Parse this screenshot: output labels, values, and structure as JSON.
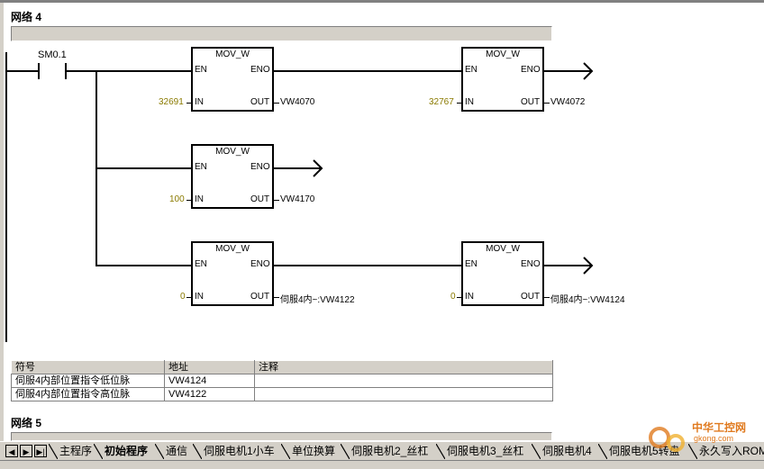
{
  "networks": [
    {
      "title": "网络 4"
    },
    {
      "title": "网络 5"
    }
  ],
  "contact": {
    "label": "SM0.1"
  },
  "blocks": [
    {
      "name": "MOV_W",
      "en": "EN",
      "eno": "ENO",
      "in_pin": "IN",
      "out_pin": "OUT",
      "in_value": "32691",
      "out_value": "VW4070"
    },
    {
      "name": "MOV_W",
      "en": "EN",
      "eno": "ENO",
      "in_pin": "IN",
      "out_pin": "OUT",
      "in_value": "32767",
      "out_value": "VW4072"
    },
    {
      "name": "MOV_W",
      "en": "EN",
      "eno": "ENO",
      "in_pin": "IN",
      "out_pin": "OUT",
      "in_value": "100",
      "out_value": "VW4170"
    },
    {
      "name": "MOV_W",
      "en": "EN",
      "eno": "ENO",
      "in_pin": "IN",
      "out_pin": "OUT",
      "in_value": "0",
      "out_value": "伺服4内~:VW4122"
    },
    {
      "name": "MOV_W",
      "en": "EN",
      "eno": "ENO",
      "in_pin": "IN",
      "out_pin": "OUT",
      "in_value": "0",
      "out_value": "伺服4内~:VW4124"
    }
  ],
  "symbol_table": {
    "headers": [
      "符号",
      "地址",
      "注释"
    ],
    "rows": [
      [
        "伺服4内部位置指令低位脉",
        "VW4124",
        ""
      ],
      [
        "伺服4内部位置指令高位脉",
        "VW4122",
        ""
      ]
    ]
  },
  "tabs": [
    {
      "label": "主程序",
      "active": false
    },
    {
      "label": "初始程序",
      "active": true
    },
    {
      "label": "通信",
      "active": false
    },
    {
      "label": "伺服电机1小车",
      "active": false
    },
    {
      "label": "单位换算",
      "active": false
    },
    {
      "label": "伺服电机2_丝杠",
      "active": false
    },
    {
      "label": "伺服电机3_丝杠",
      "active": false
    },
    {
      "label": "伺服电机4",
      "active": false
    },
    {
      "label": "伺服电机5转盘",
      "active": false
    },
    {
      "label": "永久写入ROM",
      "active": false
    }
  ],
  "nav_buttons": [
    "◀",
    "▶",
    "▶|"
  ],
  "watermark": {
    "text": "中华工控网",
    "sub": "gkong.com"
  },
  "colors": {
    "constant": "#8a7a00",
    "background": "#ffffff",
    "chrome": "#d4d0c8",
    "watermark": "#e07a1f"
  }
}
